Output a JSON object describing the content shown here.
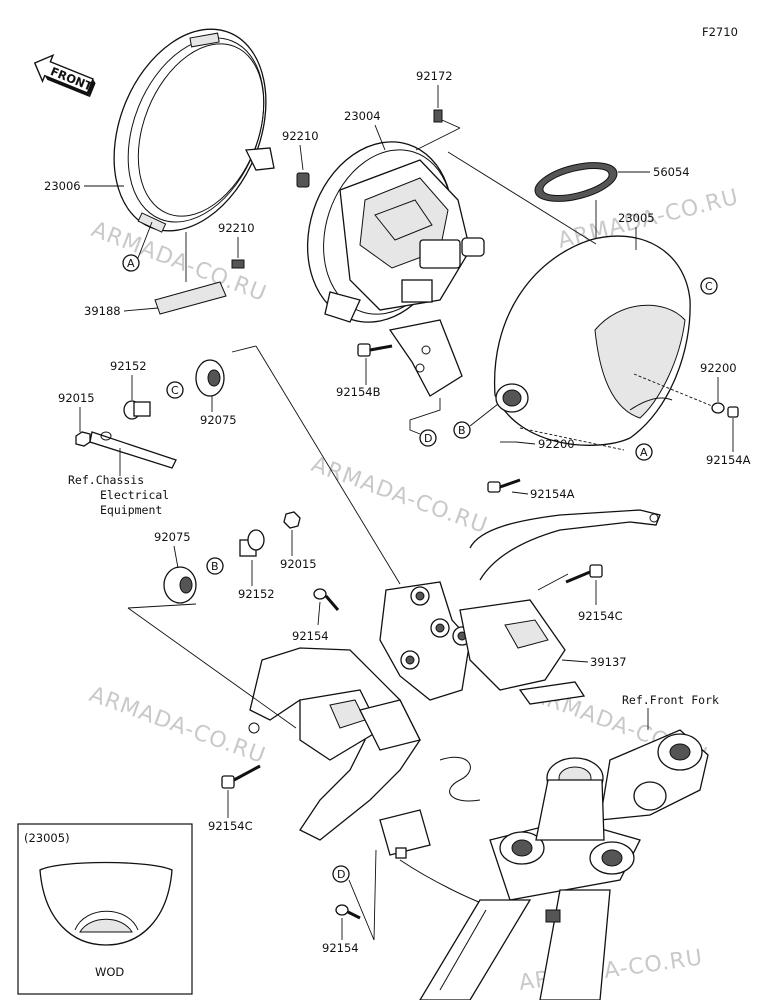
{
  "figure_id": "F2710",
  "front_arrow_label": "FRONT",
  "watermark": "ARMADA-CO.RU",
  "inset": {
    "title": "(23005)",
    "caption": "WOD"
  },
  "references": {
    "chassis_line1": "Ref.Chassis",
    "chassis_line2": "Electrical",
    "chassis_line3": "Equipment",
    "front_fork": "Ref.Front Fork"
  },
  "part_labels": {
    "p23006": "23006",
    "p39188": "39188",
    "p92210_upper": "92210",
    "p92210_lower": "92210",
    "p92172": "92172",
    "p23004": "23004",
    "p92154B": "92154B",
    "p56054": "56054",
    "p23005": "23005",
    "p92200_right": "92200",
    "p92154A_right": "92154A",
    "p92200_lower": "92200",
    "p92154A_lower": "92154A",
    "p92152_upper": "92152",
    "p92015_upper": "92015",
    "p92075_upper": "92075",
    "p92075_lower": "92075",
    "p92152_lower": "92152",
    "p92015_lower": "92015",
    "p92154_mid": "92154",
    "p92154C_right": "92154C",
    "p39137": "39137",
    "p92154C_left": "92154C",
    "p92154_bottom": "92154"
  },
  "callouts": {
    "A1": "A",
    "A2": "A",
    "B1": "B",
    "B2": "B",
    "C1": "C",
    "C2": "C",
    "D1": "D",
    "D2": "D"
  }
}
